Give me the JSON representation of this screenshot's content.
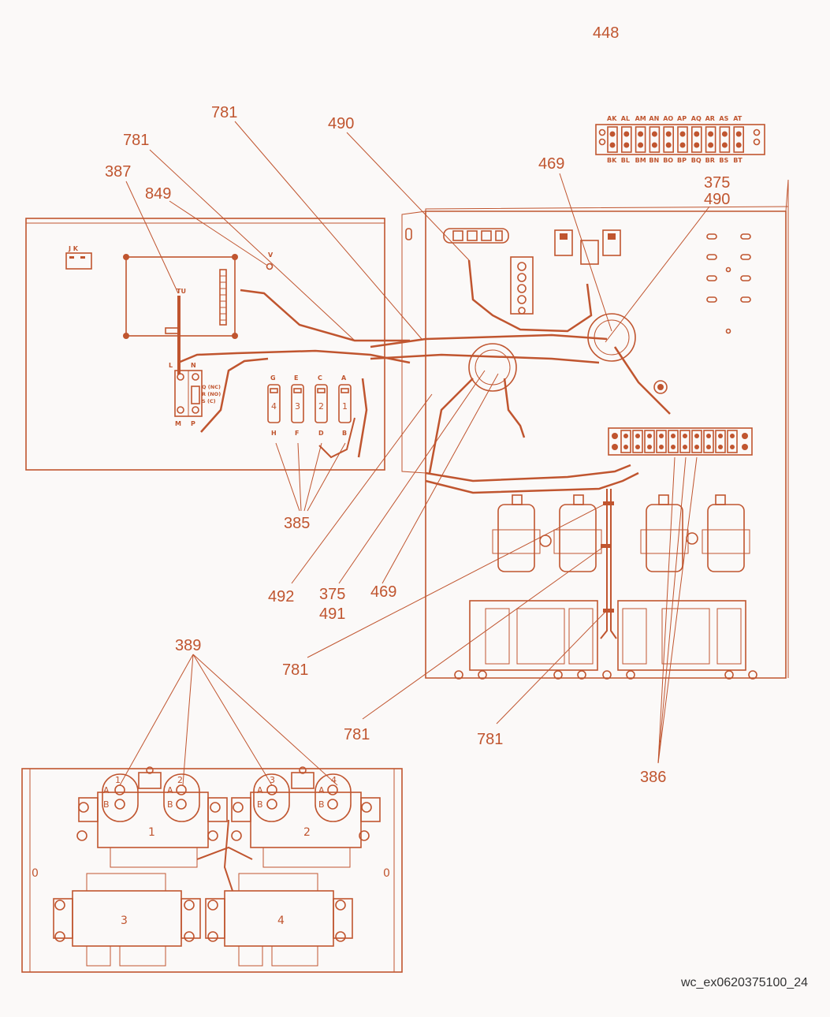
{
  "figure_id": "wc_ex0620375100_24",
  "colors": {
    "line": "#c0552f",
    "background": "#fbf9f8"
  },
  "callouts": [
    {
      "id": "c448",
      "label": "448"
    },
    {
      "id": "c781a",
      "label": "781"
    },
    {
      "id": "c490a",
      "label": "490"
    },
    {
      "id": "c781b",
      "label": "781"
    },
    {
      "id": "c387",
      "label": "387"
    },
    {
      "id": "c849",
      "label": "849"
    },
    {
      "id": "c469a",
      "label": "469"
    },
    {
      "id": "c375a",
      "label": "375"
    },
    {
      "id": "c490b",
      "label": "490"
    },
    {
      "id": "c385",
      "label": "385"
    },
    {
      "id": "c492",
      "label": "492"
    },
    {
      "id": "c375b",
      "label": "375"
    },
    {
      "id": "c491",
      "label": "491"
    },
    {
      "id": "c469b",
      "label": "469"
    },
    {
      "id": "c389",
      "label": "389"
    },
    {
      "id": "c781c",
      "label": "781"
    },
    {
      "id": "c781d",
      "label": "781"
    },
    {
      "id": "c781e",
      "label": "781"
    },
    {
      "id": "c386",
      "label": "386"
    }
  ],
  "terminal_strip_448": {
    "top_labels": [
      "AK",
      "AL",
      "AM",
      "AN",
      "AO",
      "AP",
      "AQ",
      "AR",
      "AS",
      "AT"
    ],
    "bottom_labels": [
      "BK",
      "BL",
      "BM",
      "BN",
      "BO",
      "BP",
      "BQ",
      "BR",
      "BS",
      "BT"
    ]
  },
  "left_panel": {
    "jk_label": "J K",
    "v_label": "V",
    "tu_label": "TU",
    "relay_labels": {
      "l": "L",
      "n": "N",
      "m": "M",
      "p": "P",
      "q": "Q (NC)",
      "r": "R (NO)",
      "s": "S (C)"
    },
    "fuses": [
      {
        "top": "G",
        "num": "4",
        "bottom": "H"
      },
      {
        "top": "E",
        "num": "3",
        "bottom": "F"
      },
      {
        "top": "C",
        "num": "2",
        "bottom": "D"
      },
      {
        "top": "A",
        "num": "1",
        "bottom": "B"
      }
    ]
  },
  "bottom_panel": {
    "caps": [
      {
        "num": "1",
        "a": "A",
        "b": "B"
      },
      {
        "num": "2",
        "a": "A",
        "b": "B"
      },
      {
        "num": "3",
        "a": "A",
        "b": "B"
      },
      {
        "num": "4",
        "a": "A",
        "b": "B"
      }
    ],
    "bank_labels": [
      "1",
      "2"
    ],
    "transformer_labels": [
      "3",
      "4"
    ],
    "side_marks": [
      "0",
      "0"
    ]
  }
}
